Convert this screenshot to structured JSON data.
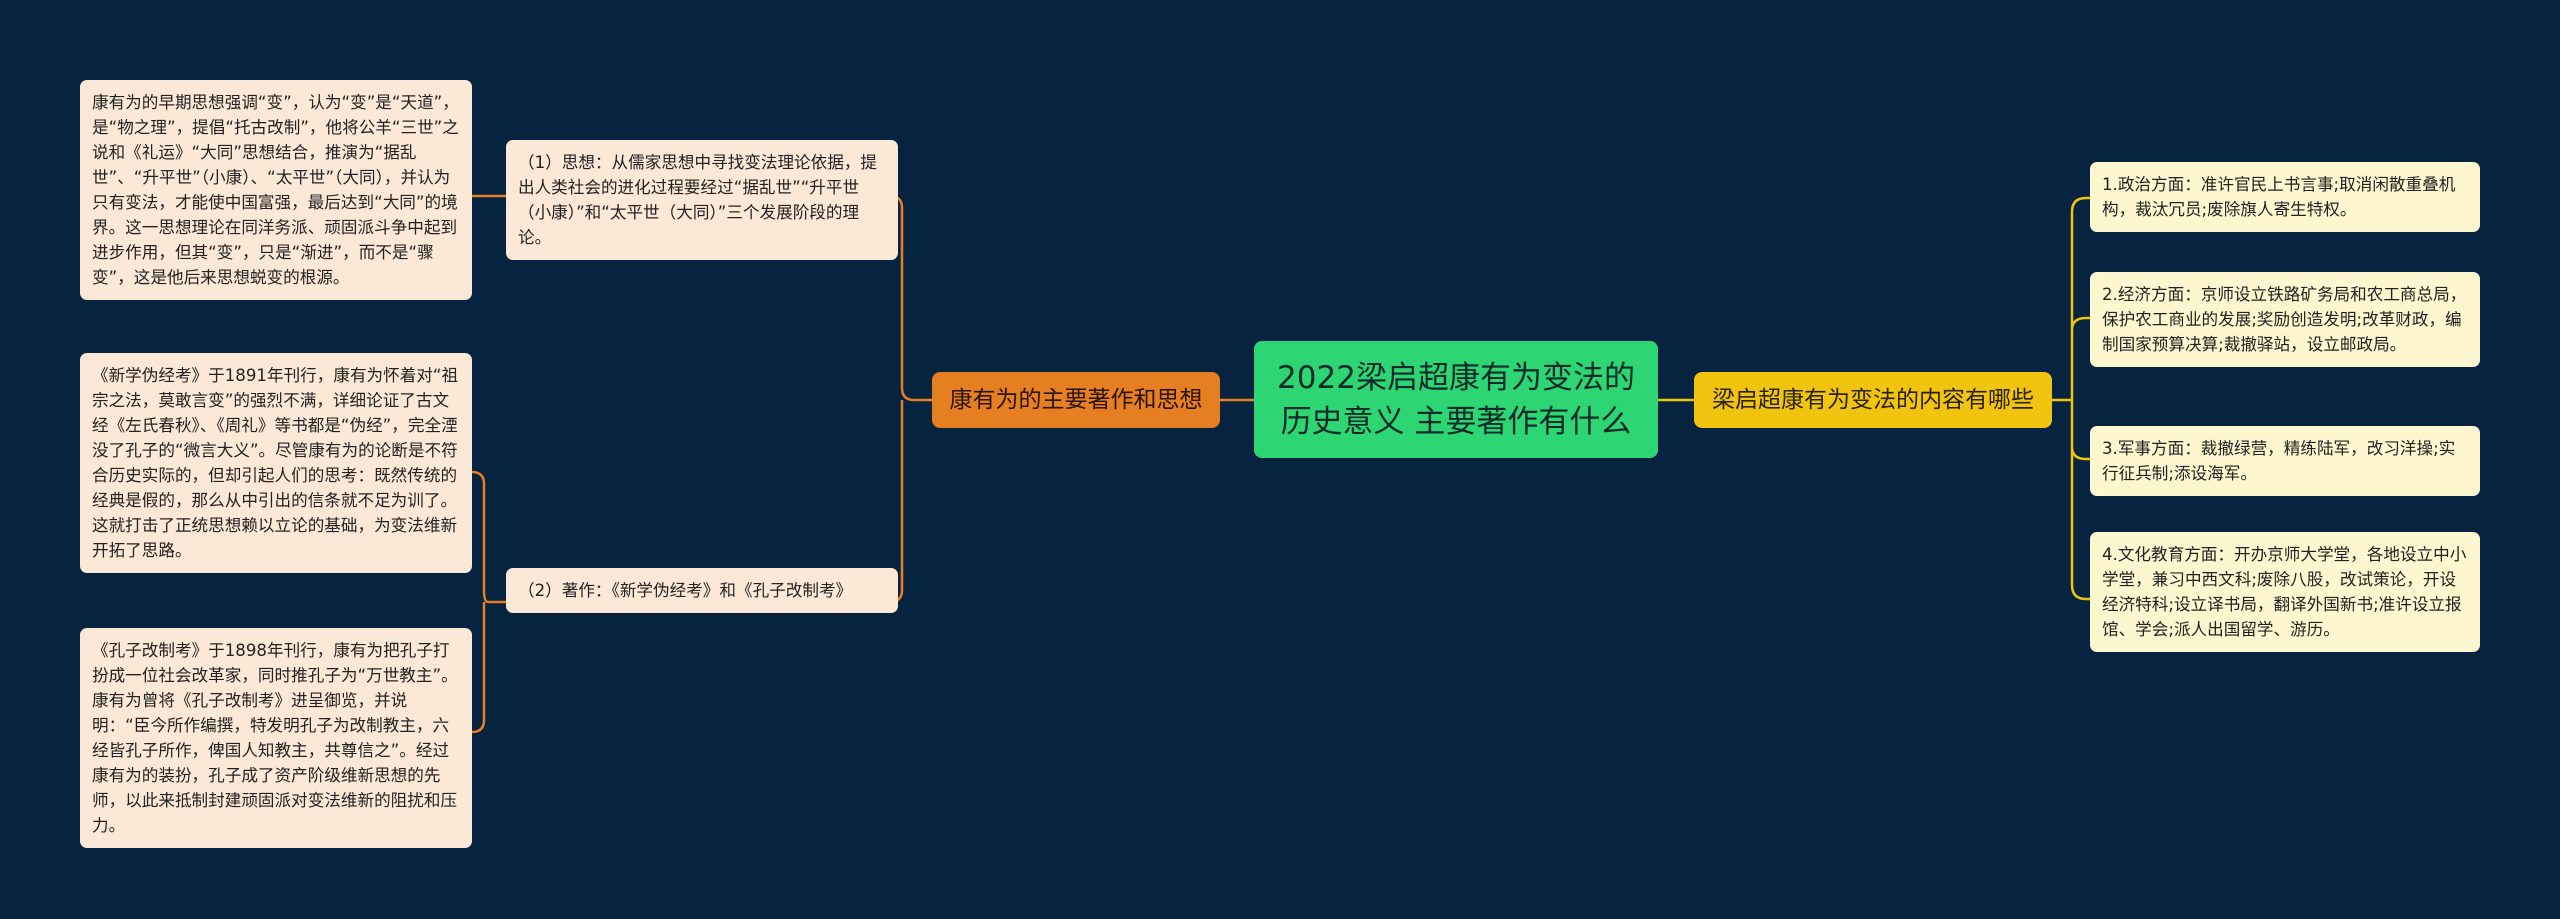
{
  "colors": {
    "background": "#062340",
    "root": "#2ed573",
    "left_branch": "#e67e22",
    "right_branch": "#f1c40f",
    "left_leaf": "#fbe8d6",
    "right_leaf": "#fdf6cf",
    "left_connector": "#e67e22",
    "right_connector": "#f1c40f"
  },
  "root": {
    "title": "2022梁启超康有为变法的历史意义 主要著作有什么"
  },
  "left_branch": {
    "label": "康有为的主要著作和思想",
    "children": [
      {
        "label": "（1）思想：从儒家思想中寻找变法理论依据，提出人类社会的进化过程要经过“据乱世”“升平世（小康）”和“太平世（大同）”三个发展阶段的理论。",
        "details": [
          "康有为的早期思想强调“变”，认为“变”是“天道”，是“物之理”，提倡“托古改制”，他将公羊“三世”之说和《礼运》“大同”思想结合，推演为“据乱世”、“升平世”（小康）、“太平世”（大同），并认为只有变法，才能使中国富强，最后达到“大同”的境界。这一思想理论在同洋务派、顽固派斗争中起到进步作用，但其“变”，只是“渐进”，而不是“骤变”，这是他后来思想蜕变的根源。"
        ]
      },
      {
        "label": "（2）著作：《新学伪经考》和《孔子改制考》",
        "details": [
          "《新学伪经考》于1891年刊行，康有为怀着对“祖宗之法，莫敢言变”的强烈不满，详细论证了古文经《左氏春秋》、《周礼》等书都是“伪经”，完全湮没了孔子的“微言大义”。尽管康有为的论断是不符合历史实际的，但却引起人们的思考：既然传统的经典是假的，那么从中引出的信条就不足为训了。这就打击了正统思想赖以立论的基础，为变法维新开拓了思路。",
          "《孔子改制考》于1898年刊行，康有为把孔子打扮成一位社会改革家，同时推孔子为“万世教主”。康有为曾将《孔子改制考》进呈御览，并说明：“臣今所作编撰，特发明孔子为改制教主，六经皆孔子所作，俾国人知教主，共尊信之”。经过康有为的装扮，孔子成了资产阶级维新思想的先师，以此来抵制封建顽固派对变法维新的阻扰和压力。"
        ]
      }
    ]
  },
  "right_branch": {
    "label": "梁启超康有为变法的内容有哪些",
    "children": [
      "1.政治方面：准许官民上书言事;取消闲散重叠机构，裁汰冗员;废除旗人寄生特权。",
      "2.经济方面：京师设立铁路矿务局和农工商总局，保护农工商业的发展;奖励创造发明;改革财政，编制国家预算决算;裁撤驿站，设立邮政局。",
      "3.军事方面：裁撤绿营，精练陆军，改习洋操;实行征兵制;添设海军。",
      "4.文化教育方面：开办京师大学堂，各地设立中小学堂，兼习中西文科;废除八股，改试策论，开设经济特科;设立译书局，翻译外国新书;准许设立报馆、学会;派人出国留学、游历。"
    ]
  }
}
